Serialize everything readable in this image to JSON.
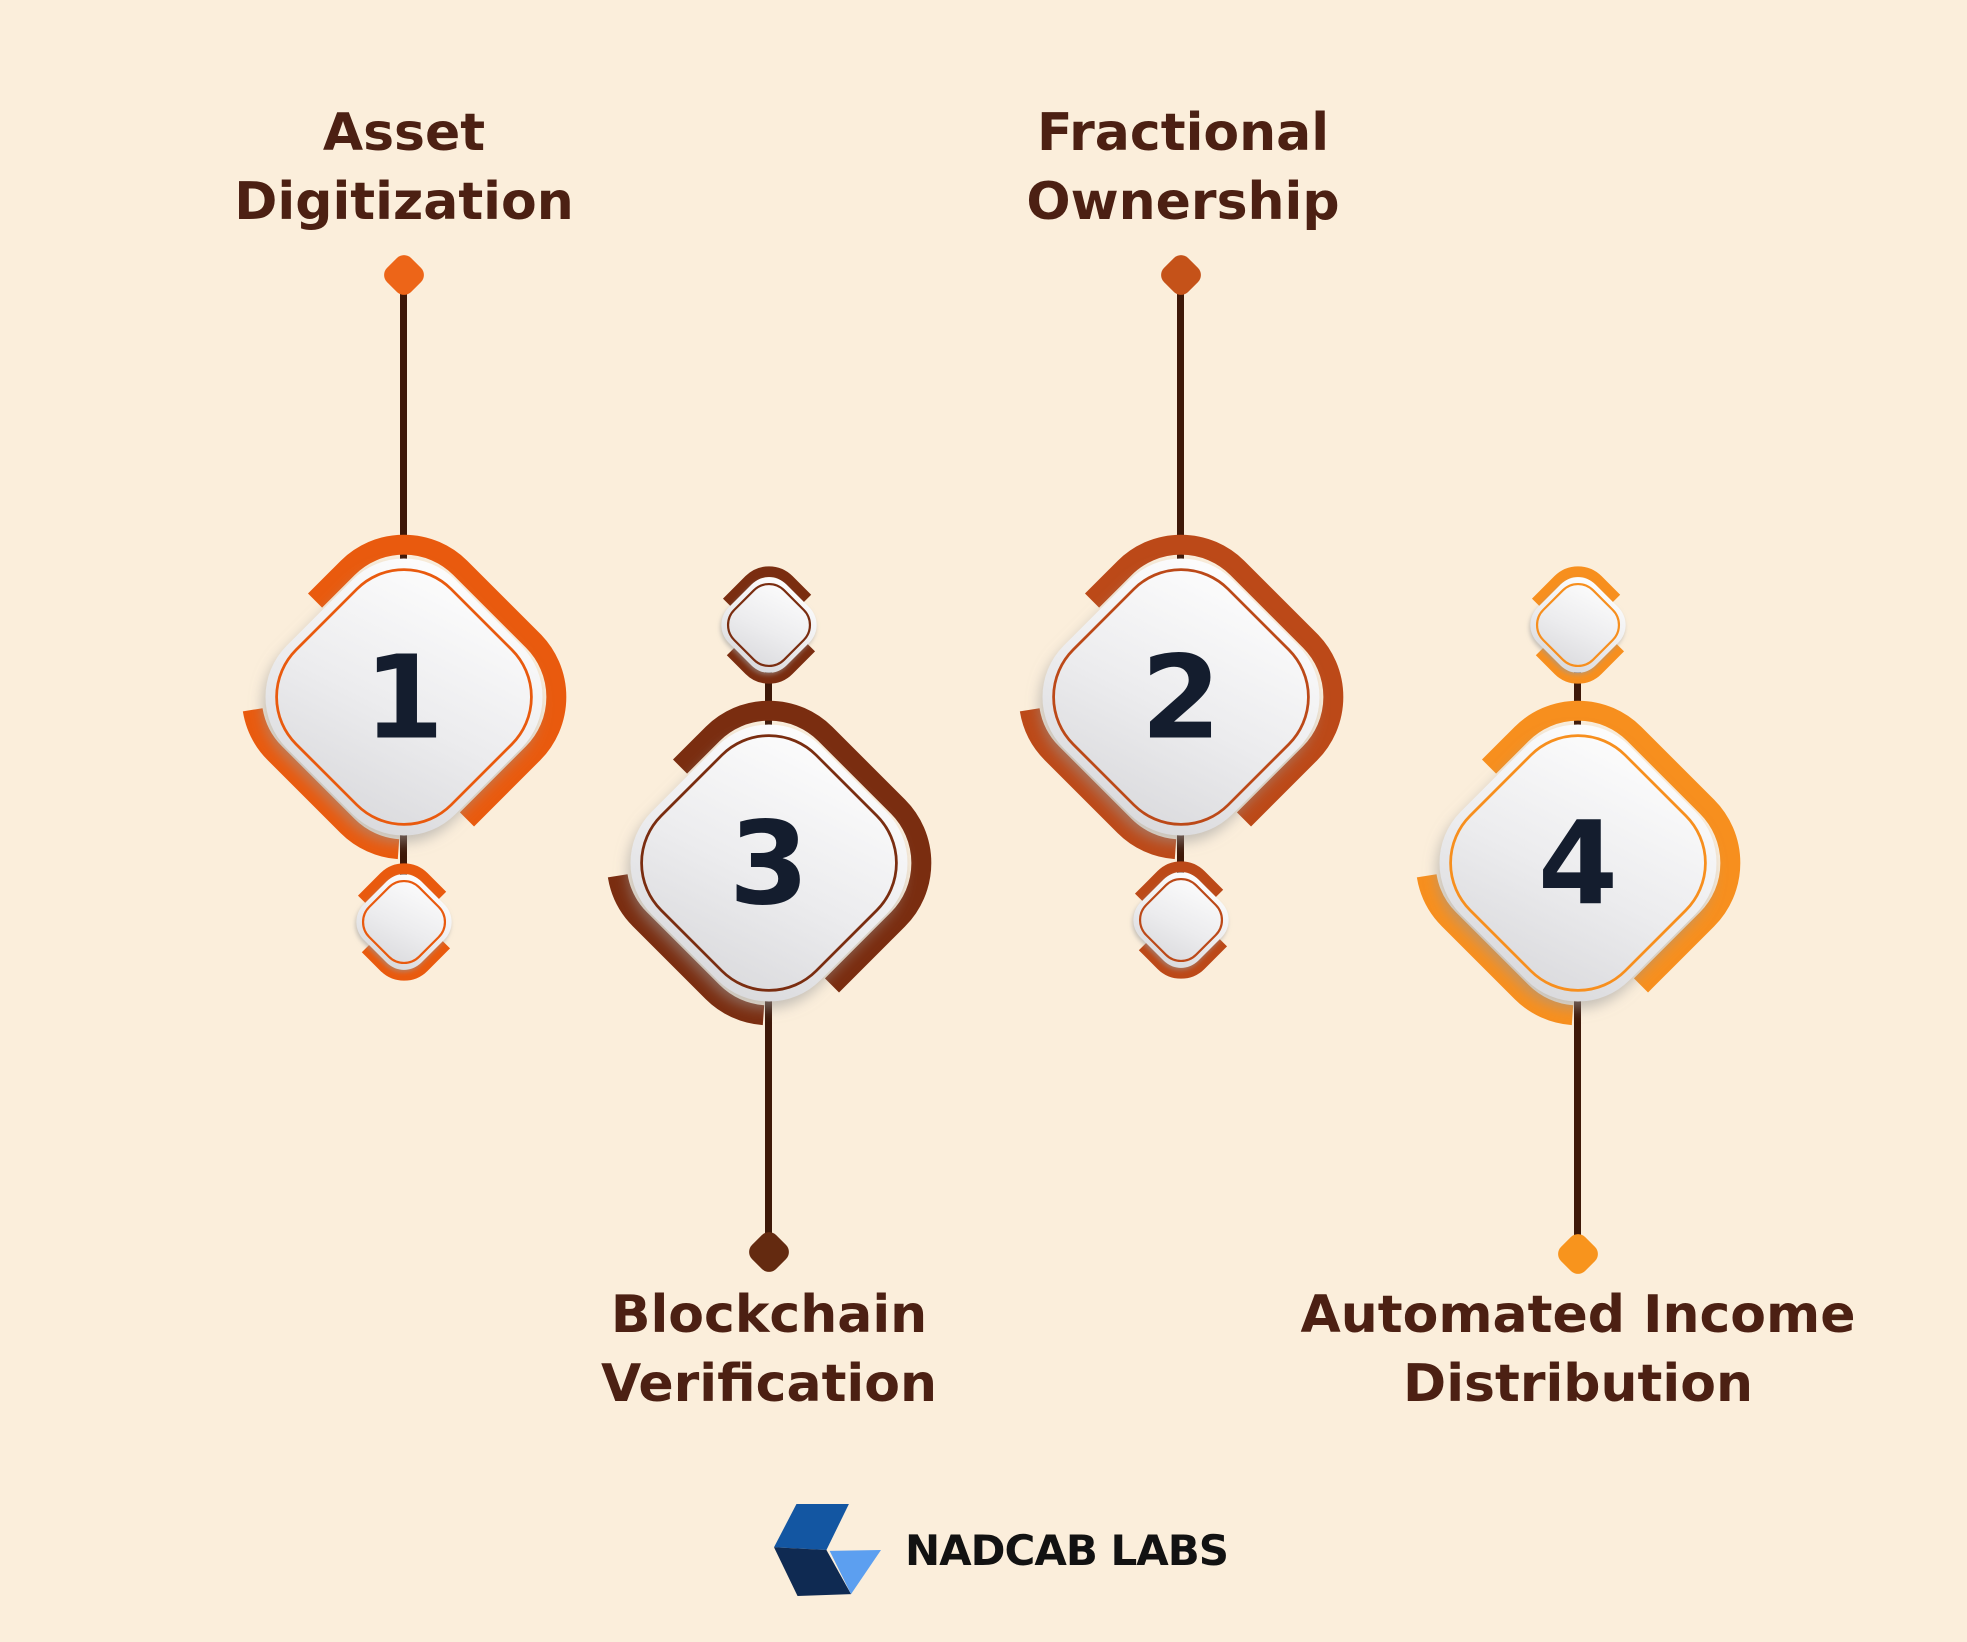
{
  "colors": {
    "bg": "#FBEEDB",
    "label": "#4C2013",
    "line": "#3E1808",
    "num": "#141D2E",
    "logotext": "#121212"
  },
  "steps": [
    {
      "number": "1",
      "label_lines": [
        "Asset",
        "Digitization"
      ],
      "label_position": "top",
      "accent": "#E95A0E",
      "dot": "#ED6518"
    },
    {
      "number": "2",
      "label_lines": [
        "Fractional",
        "Ownership"
      ],
      "label_position": "top",
      "accent": "#BC4918",
      "dot": "#C55219"
    },
    {
      "number": "3",
      "label_lines": [
        "Blockchain",
        "Verification"
      ],
      "label_position": "bottom",
      "accent": "#7A2D10",
      "dot": "#642A10"
    },
    {
      "number": "4",
      "label_lines": [
        "Automated Income",
        "Distribution"
      ],
      "label_position": "bottom",
      "accent": "#F78F1E",
      "dot": "#F8941D"
    }
  ],
  "logo": {
    "text": "NADCAB LABS",
    "icon": "nadcab-cube-arrow-icon",
    "icon_colors": {
      "top": "#1356A2",
      "left": "#0F2A52",
      "right": "#5C9FF0"
    }
  }
}
